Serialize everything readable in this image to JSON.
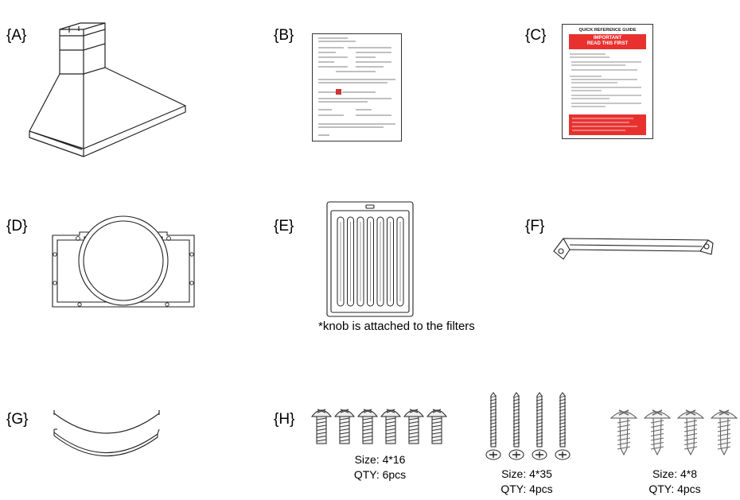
{
  "labels": {
    "a": "{A}",
    "b": "{B}",
    "c": "{C}",
    "d": "{D}",
    "e": "{E}",
    "f": "{F}",
    "g": "{G}",
    "h": "{H}"
  },
  "guide": {
    "title": "QUICK REFERENCE GUIDE",
    "banner_line1": "IMPORTANT",
    "banner_line2": "READ THIS FIRST"
  },
  "filter_note": "*knob is attached to the filters",
  "screws": [
    {
      "size": "Size: 4*16",
      "qty": "QTY: 6pcs"
    },
    {
      "size": "Size: 4*35",
      "qty": "QTY: 4pcs"
    },
    {
      "size": "Size: 4*8",
      "qty": "QTY: 4pcs"
    }
  ],
  "colors": {
    "line": "#222222",
    "guide_red": "#e8312f",
    "paper_border": "#333333"
  }
}
